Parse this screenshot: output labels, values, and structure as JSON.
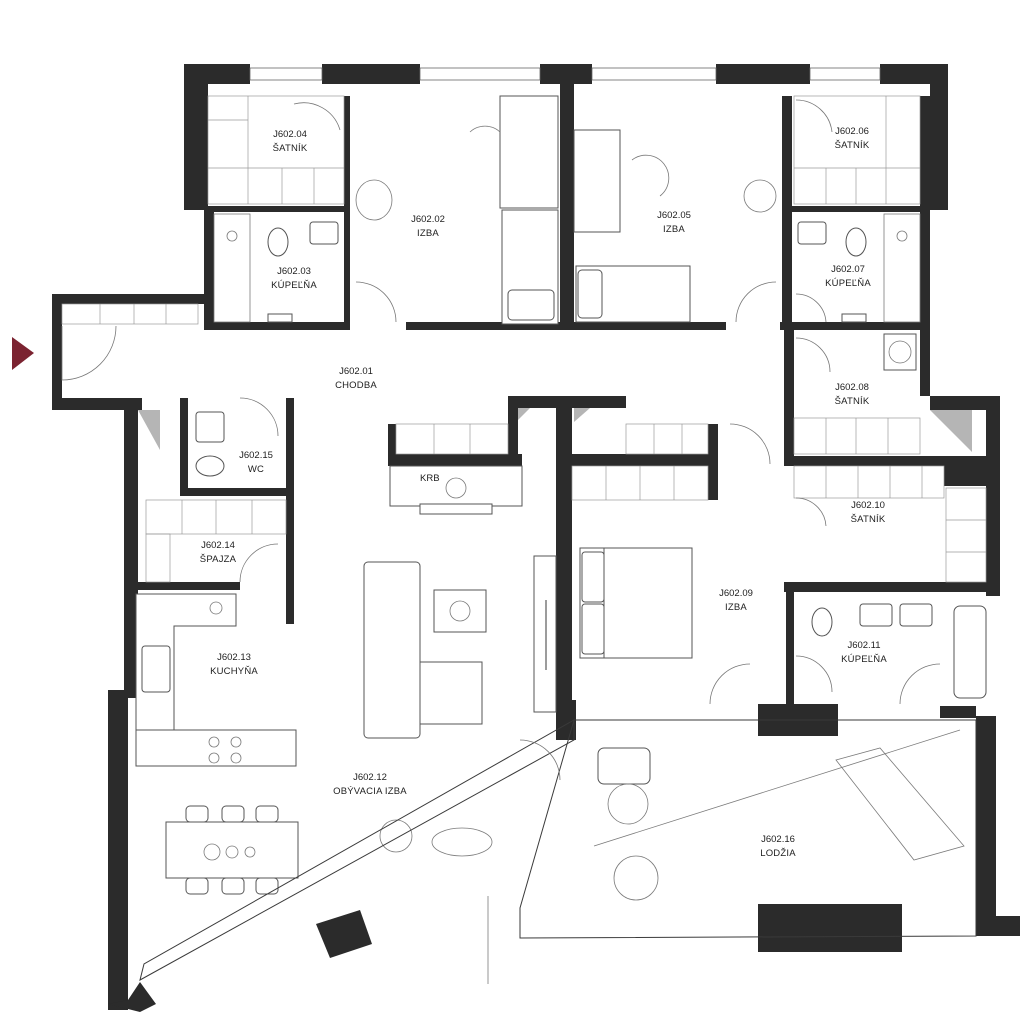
{
  "accent_color": "#7b2331",
  "wall_color": "#2b2b2b",
  "entrance_marker": "entrance-arrow-icon",
  "fireplace_label": "KRB",
  "rooms": [
    {
      "code": "J602.01",
      "name": "CHODBA"
    },
    {
      "code": "J602.02",
      "name": "IZBA"
    },
    {
      "code": "J602.03",
      "name": "KÚPEĽŇA"
    },
    {
      "code": "J602.04",
      "name": "ŠATNÍK"
    },
    {
      "code": "J602.05",
      "name": "IZBA"
    },
    {
      "code": "J602.06",
      "name": "ŠATNÍK"
    },
    {
      "code": "J602.07",
      "name": "KÚPEĽŇA"
    },
    {
      "code": "J602.08",
      "name": "ŠATNÍK"
    },
    {
      "code": "J602.09",
      "name": "IZBA"
    },
    {
      "code": "J602.10",
      "name": "ŠATNÍK"
    },
    {
      "code": "J602.11",
      "name": "KÚPEĽŇA"
    },
    {
      "code": "J602.12",
      "name": "OBÝVACIA IZBA"
    },
    {
      "code": "J602.13",
      "name": "KUCHYŇA"
    },
    {
      "code": "J602.14",
      "name": "ŠPAJZA"
    },
    {
      "code": "J602.15",
      "name": "WC"
    },
    {
      "code": "J602.16",
      "name": "LODŽIA"
    }
  ]
}
